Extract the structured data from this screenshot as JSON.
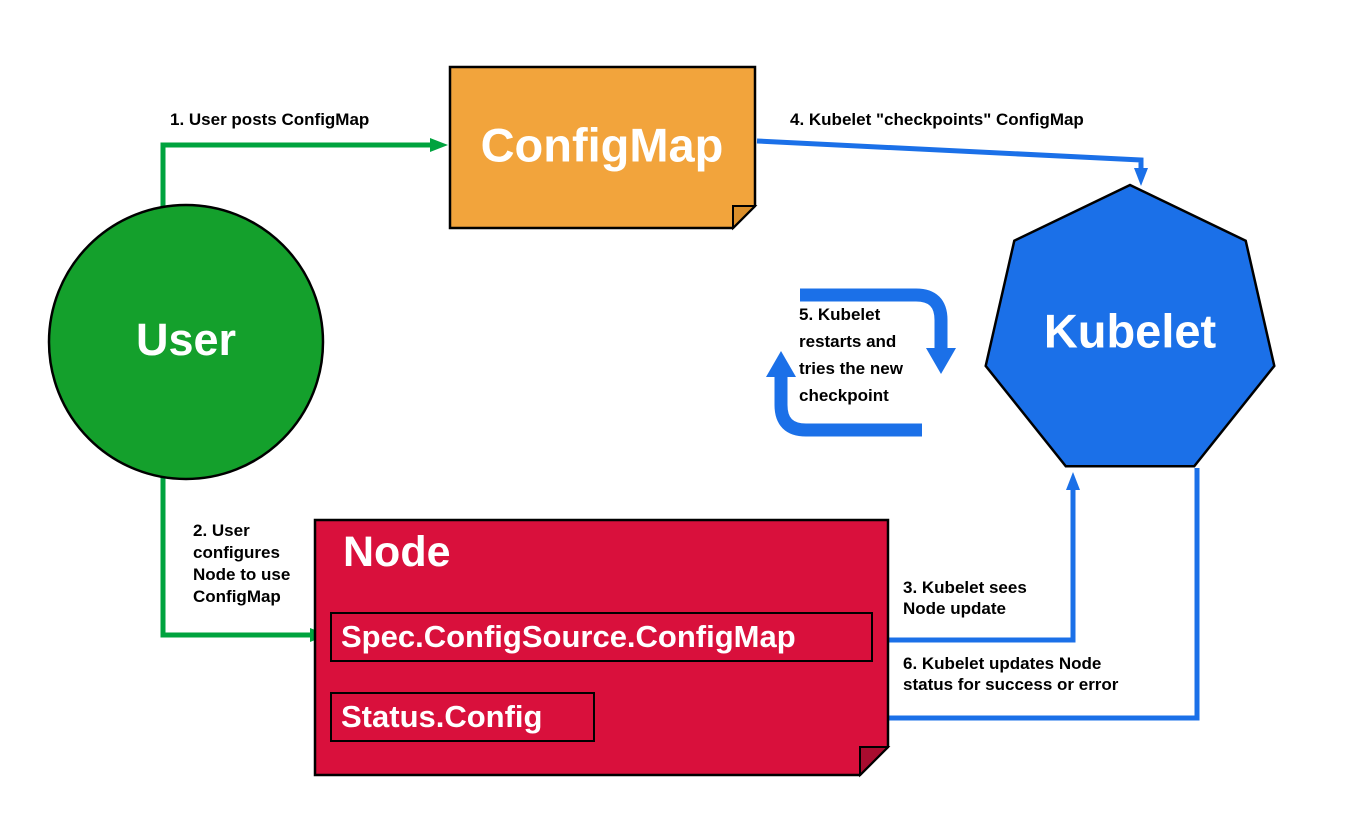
{
  "nodes": {
    "user": {
      "label": "User"
    },
    "configmap": {
      "label": "ConfigMap"
    },
    "kubelet": {
      "label": "Kubelet"
    },
    "node": {
      "label": "Node",
      "fields": [
        "Spec.ConfigSource.ConfigMap",
        "Status.Config"
      ]
    }
  },
  "steps": {
    "s1": {
      "text": "1. User posts ConfigMap"
    },
    "s2": {
      "lines": [
        "2. User",
        "configures",
        "Node to use",
        "ConfigMap"
      ]
    },
    "s3": {
      "lines": [
        "3. Kubelet sees",
        "Node update"
      ]
    },
    "s4": {
      "text": "4. Kubelet \"checkpoints\" ConfigMap"
    },
    "s5": {
      "lines": [
        "5. Kubelet",
        "restarts and",
        "tries the new",
        "checkpoint"
      ]
    },
    "s6": {
      "lines": [
        "6. Kubelet updates Node",
        "status for success or error"
      ]
    }
  },
  "colors": {
    "user_green": "#14A02C",
    "arrow_green": "#00A33E",
    "blue": "#1B70E8",
    "configmap_orange": "#F2A43C",
    "configmap_fold": "#DB8F2B",
    "node_red": "#D9103C",
    "node_fold": "#A90C2F",
    "outline": "#000000",
    "label_text": "#FFFFFF",
    "step_text": "#000000"
  }
}
